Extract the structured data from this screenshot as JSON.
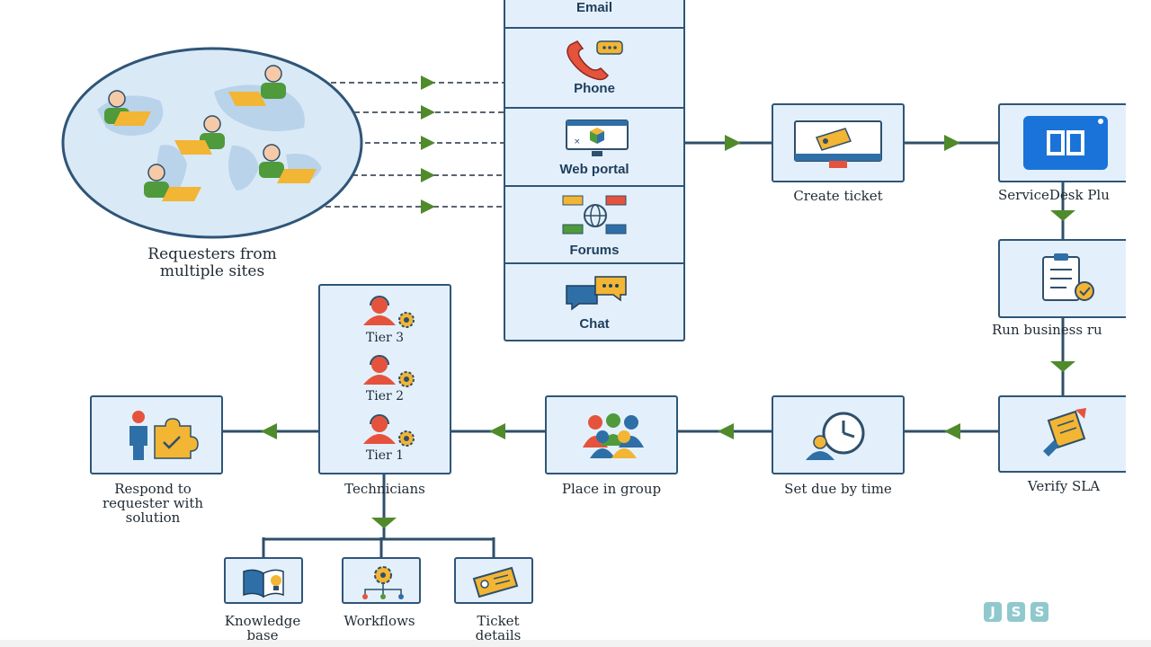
{
  "requesters": {
    "caption_line1": "Requesters from",
    "caption_line2": "multiple sites"
  },
  "channels": [
    {
      "label": "Email",
      "icon": "email-icon"
    },
    {
      "label": "Phone",
      "icon": "phone-icon"
    },
    {
      "label": "Web portal",
      "icon": "web-portal-icon"
    },
    {
      "label": "Forums",
      "icon": "forums-icon"
    },
    {
      "label": "Chat",
      "icon": "chat-icon"
    }
  ],
  "steps": {
    "create_ticket": "Create ticket",
    "servicedesk": "ServiceDesk Plu",
    "run_rules": "Run business ru",
    "verify_sla": "Verify SLA",
    "set_due": "Set due by time",
    "place_group": "Place in group",
    "technicians": "Technicians",
    "respond_line1": "Respond to",
    "respond_line2": "requester with",
    "respond_line3": "solution"
  },
  "tiers": [
    "Tier 3",
    "Tier 2",
    "Tier 1"
  ],
  "resources": [
    {
      "line1": "Knowledge",
      "line2": "base",
      "icon": "knowledge-base-icon"
    },
    {
      "line1": "Workflows",
      "line2": "",
      "icon": "workflows-icon"
    },
    {
      "line1": "Ticket",
      "line2": "details",
      "icon": "ticket-details-icon"
    }
  ],
  "watermark": {
    "letters": [
      "J",
      "S",
      "S"
    ]
  },
  "colors": {
    "box_fill": "#e3f0fb",
    "box_border": "#2f5577",
    "arrow": "#4f8a2b",
    "line": "#2f4f6a",
    "brand_blue": "#1a73d9"
  }
}
